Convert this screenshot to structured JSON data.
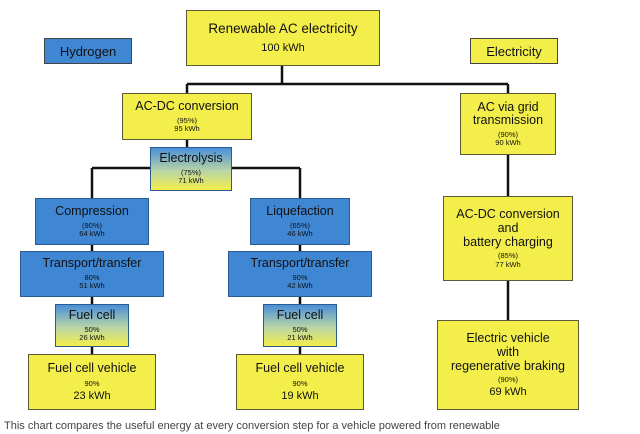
{
  "legend": {
    "hydrogen": "Hydrogen",
    "electricity": "Electricity"
  },
  "nodes": {
    "source": {
      "title": "Renewable AC electricity",
      "value": "100 kWh"
    },
    "acdc_h": {
      "title": "AC-DC conversion",
      "pct": "(95%)",
      "value": "95 kWh"
    },
    "grid": {
      "line1": "AC via grid",
      "line2": "transmission",
      "pct": "(90%)",
      "value": "90 kWh"
    },
    "electrolysis": {
      "title": "Electrolysis",
      "pct": "(75%)",
      "value": "71 kWh"
    },
    "compression": {
      "title": "Compression",
      "pct": "(90%)",
      "value": "64 kWh"
    },
    "liquefaction": {
      "title": "Liquefaction",
      "pct": "(65%)",
      "value": "46 kWh"
    },
    "transport_c": {
      "title": "Transport/transfer",
      "pct": "80%",
      "value": "51 kWh"
    },
    "transport_l": {
      "title": "Transport/transfer",
      "pct": "90%",
      "value": "42 kWh"
    },
    "fuelcell_c": {
      "title": "Fuel cell",
      "pct": "50%",
      "value": "26 kWh"
    },
    "fuelcell_l": {
      "title": "Fuel cell",
      "pct": "50%",
      "value": "21 kWh"
    },
    "fcv_c": {
      "title": "Fuel cell vehicle",
      "pct": "90%",
      "value": "23 kWh"
    },
    "fcv_l": {
      "title": "Fuel cell vehicle",
      "pct": "90%",
      "value": "19 kWh"
    },
    "acdc_e": {
      "line1": "AC-DC conversion",
      "line2": "and",
      "line3": "battery charging",
      "pct": "(85%)",
      "value": "77 kWh"
    },
    "ev": {
      "line1": "Electric vehicle",
      "line2": "with",
      "line3": "regenerative braking",
      "pct": "(90%)",
      "value": "69 kWh"
    }
  },
  "caption": "This chart compares the useful energy at every conversion step for a vehicle powered from renewable"
}
